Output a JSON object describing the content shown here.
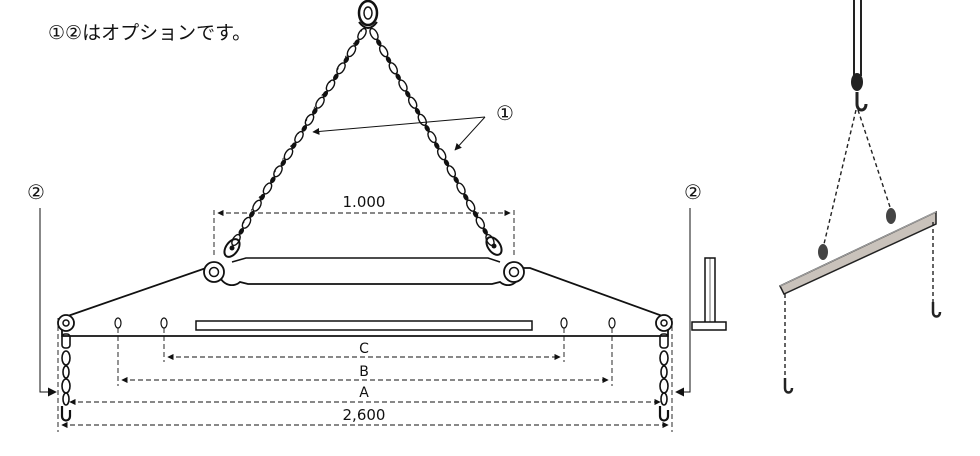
{
  "note": "①②はオプションです。",
  "callouts": {
    "chain": "①",
    "hook_left": "②",
    "hook_right": "②"
  },
  "dimensions": {
    "top_span": "1.000",
    "c": "C",
    "b": "B",
    "a": "A",
    "overall": "2,600"
  }
}
